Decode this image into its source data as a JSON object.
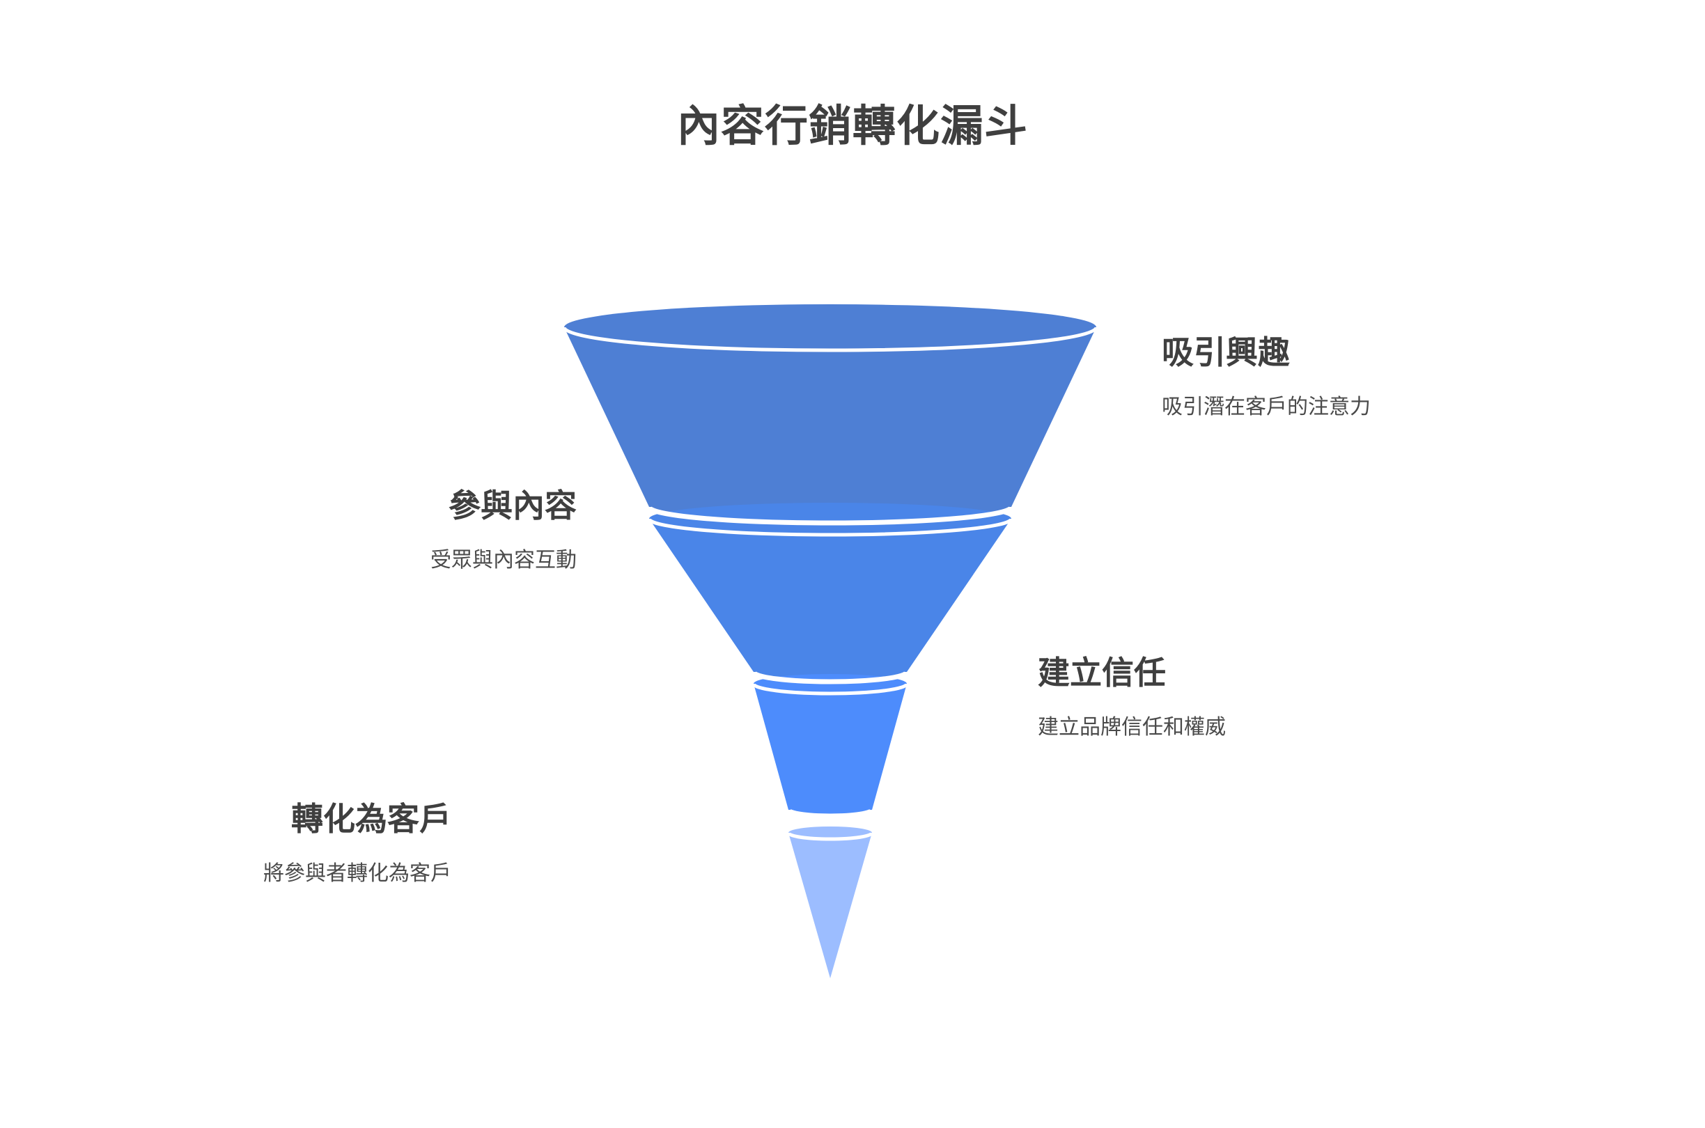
{
  "title": "內容行銷轉化漏斗",
  "theme": {
    "background": "#ffffff",
    "title_color": "#3f3f3f",
    "label_title_color": "#3f3f3f",
    "label_desc_color": "#4a4a4a",
    "separator_color": "#ffffff"
  },
  "chart_data": {
    "type": "funnel",
    "title": "內容行銷轉化漏斗",
    "orientation": "vertical",
    "stages": [
      {
        "label": "吸引興趣",
        "description": "吸引潛在客戶的注意力",
        "color": "#4e7fd4",
        "side": "right",
        "width_ratio": 1.0
      },
      {
        "label": "參與內容",
        "description": "受眾與內容互動",
        "color": "#4a85e8",
        "side": "left",
        "width_ratio": 0.76
      },
      {
        "label": "建立信任",
        "description": "建立品牌信任和權威",
        "color": "#4d8cfc",
        "side": "right",
        "width_ratio": 0.47
      },
      {
        "label": "轉化為客戶",
        "description": "將參與者轉化為客戶",
        "color": "#9cbdff",
        "side": "left",
        "width_ratio": 0.21
      }
    ]
  }
}
